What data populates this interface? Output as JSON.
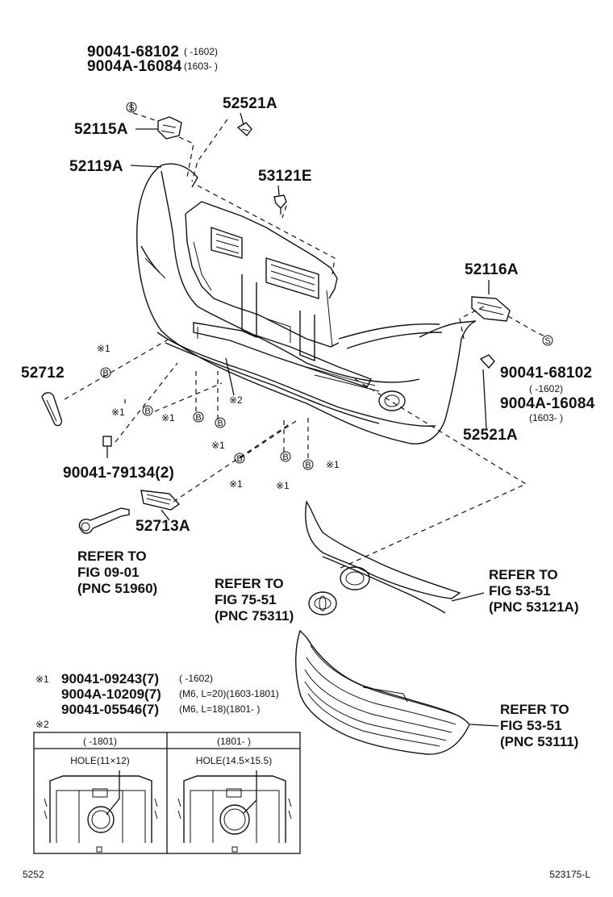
{
  "parts": {
    "p_90041_68102_a": "90041-68102",
    "p_90041_68102_a_note": "(     -1602)",
    "p_9004A_16084_a": "9004A-16084",
    "p_9004A_16084_a_note": "(1603-     )",
    "p_52115A": "52115A",
    "p_52521A_top": "52521A",
    "p_52119A": "52119A",
    "p_53121E": "53121E",
    "p_52116A": "52116A",
    "p_52712": "52712",
    "p_90041_68102_b": "90041-68102",
    "p_90041_68102_b_note": "(     -1602)",
    "p_9004A_16084_b": "9004A-16084",
    "p_9004A_16084_b_note": "(1603-     )",
    "p_52521A_right": "52521A",
    "p_90041_79134": "90041-79134(2)",
    "p_52713A": "52713A"
  },
  "marks": {
    "ref1": "※1",
    "ref2": "※2",
    "b": "B",
    "s": "S"
  },
  "references": {
    "ref_a_line1": "REFER TO",
    "ref_a_line2": "FIG 09-01",
    "ref_a_line3": "(PNC 51960)",
    "ref_b_line1": "REFER TO",
    "ref_b_line2": "FIG 75-51",
    "ref_b_line3": "(PNC 75311)",
    "ref_c_line1": "REFER TO",
    "ref_c_line2": "FIG 53-51",
    "ref_c_line3": "(PNC 53121A)",
    "ref_d_line1": "REFER TO",
    "ref_d_line2": "FIG 53-51",
    "ref_d_line3": "(PNC 53111)"
  },
  "notes": {
    "n1_mark": "※1",
    "n1_row1_pn": "90041-09243(7)",
    "n1_row1_note": "(     -1602)",
    "n1_row2_pn": "9004A-10209(7)",
    "n1_row2_note": "(M6, L=20)(1603-1801)",
    "n1_row3_pn": "90041-05546(7)",
    "n1_row3_note": "(M6, L=18)(1801-     )",
    "n2_mark": "※2",
    "table_col1_header": "(     -1801)",
    "table_col2_header": "(1801-     )",
    "hole1": "HOLE(11×12)",
    "hole2": "HOLE(14.5×15.5)"
  },
  "footer": {
    "page_left": "5252",
    "page_right": "523175-L"
  }
}
